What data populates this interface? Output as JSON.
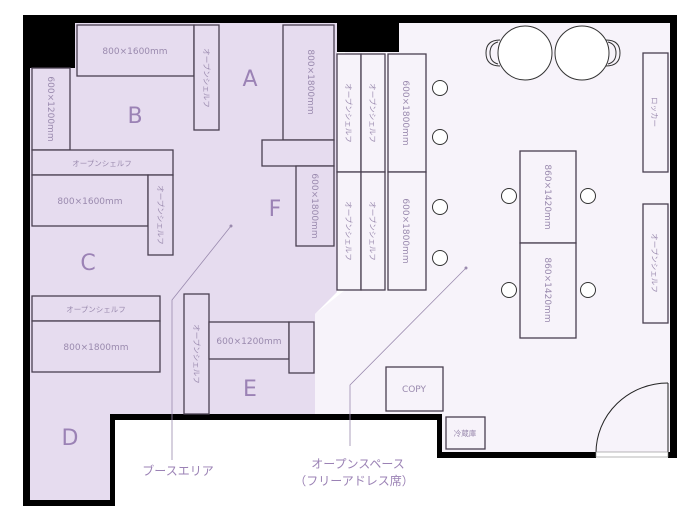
{
  "zones": {
    "A": "A",
    "B": "B",
    "C": "C",
    "D": "D",
    "E": "E",
    "F": "F"
  },
  "furniture": {
    "a_desk": "800×1600mm",
    "a_shelf": "オープンシェルフ",
    "f_desk_top": "800×1800mm",
    "f_desk_bottom": "600×1800mm",
    "b_desk": "600×1200mm",
    "bc_shelf": "オープンシェルフ",
    "c_desk": "800×1600mm",
    "c_shelf": "オープンシェルフ",
    "d_shelf": "オープンシェルフ",
    "d_desk": "800×1800mm",
    "e_shelf": "オープンシェルフ",
    "e_desk": "600×1200mm",
    "open_shelf": "オープンシェルフ",
    "open_desk": "600×1800mm",
    "locker": "ロッカー",
    "right_shelf": "オープンシェルフ",
    "table": "860×1420mm",
    "copy": "COPY",
    "fridge": "冷蔵庫"
  },
  "captions": {
    "booth": "ブースエリア",
    "open_line1": "オープンスペース",
    "open_line2": "（フリーアドレス席）"
  }
}
